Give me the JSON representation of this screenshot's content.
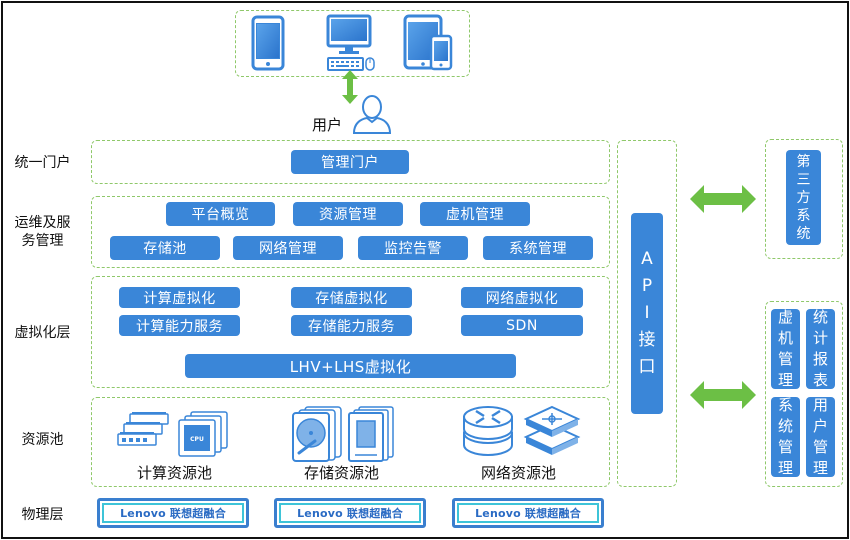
{
  "devices": {
    "items": [
      "phone-icon",
      "desktop-computer-icon",
      "tablet-and-phone-icon"
    ]
  },
  "user": {
    "label": "用户",
    "icon": "user-icon"
  },
  "layers": {
    "portal": {
      "label": "统一门户",
      "items": [
        "管理门户"
      ]
    },
    "ops": {
      "label_line1": "运维及服",
      "label_line2": "务管理",
      "row1": [
        "平台概览",
        "资源管理",
        "虚机管理"
      ],
      "row2": [
        "存储池",
        "网络管理",
        "监控告警",
        "系统管理"
      ]
    },
    "virtualization": {
      "label": "虚拟化层",
      "compute": [
        "计算虚拟化",
        "计算能力服务"
      ],
      "storage": [
        "存储虚拟化",
        "存储能力服务"
      ],
      "network": [
        "网络虚拟化",
        "SDN"
      ],
      "base": "LHV+LHS虚拟化"
    },
    "resource_pool": {
      "label": "资源池",
      "pools": [
        {
          "label": "计算资源池",
          "icons": [
            "memory-module-icon",
            "cpu-chip-icon"
          ]
        },
        {
          "label": "存储资源池",
          "icons": [
            "hard-disk-icon",
            "ssd-icon"
          ]
        },
        {
          "label": "网络资源池",
          "icons": [
            "router-icon",
            "switch-icon"
          ]
        }
      ]
    },
    "physical": {
      "label": "物理层",
      "nodes": [
        "Lenovo 联想超融合",
        "Lenovo 联想超融合",
        "Lenovo 联想超融合"
      ]
    }
  },
  "api": {
    "chars": [
      "A",
      "P",
      "I",
      "接",
      "口"
    ]
  },
  "third_party": {
    "chars": [
      "第",
      "三",
      "方",
      "系",
      "统"
    ]
  },
  "external_modules": [
    {
      "chars": [
        "虚",
        "机",
        "管",
        "理"
      ]
    },
    {
      "chars": [
        "统",
        "计",
        "报",
        "表"
      ]
    },
    {
      "chars": [
        "系",
        "统",
        "管",
        "理"
      ]
    },
    {
      "chars": [
        "用",
        "户",
        "管",
        "理"
      ]
    }
  ],
  "colors": {
    "button_blue": "#3a86d8",
    "dash_green": "#8fc86a",
    "arrow_green": "#6cbf45",
    "icon_blue": "#3a86d8",
    "lenovo_cyan": "#3ec4d8"
  }
}
